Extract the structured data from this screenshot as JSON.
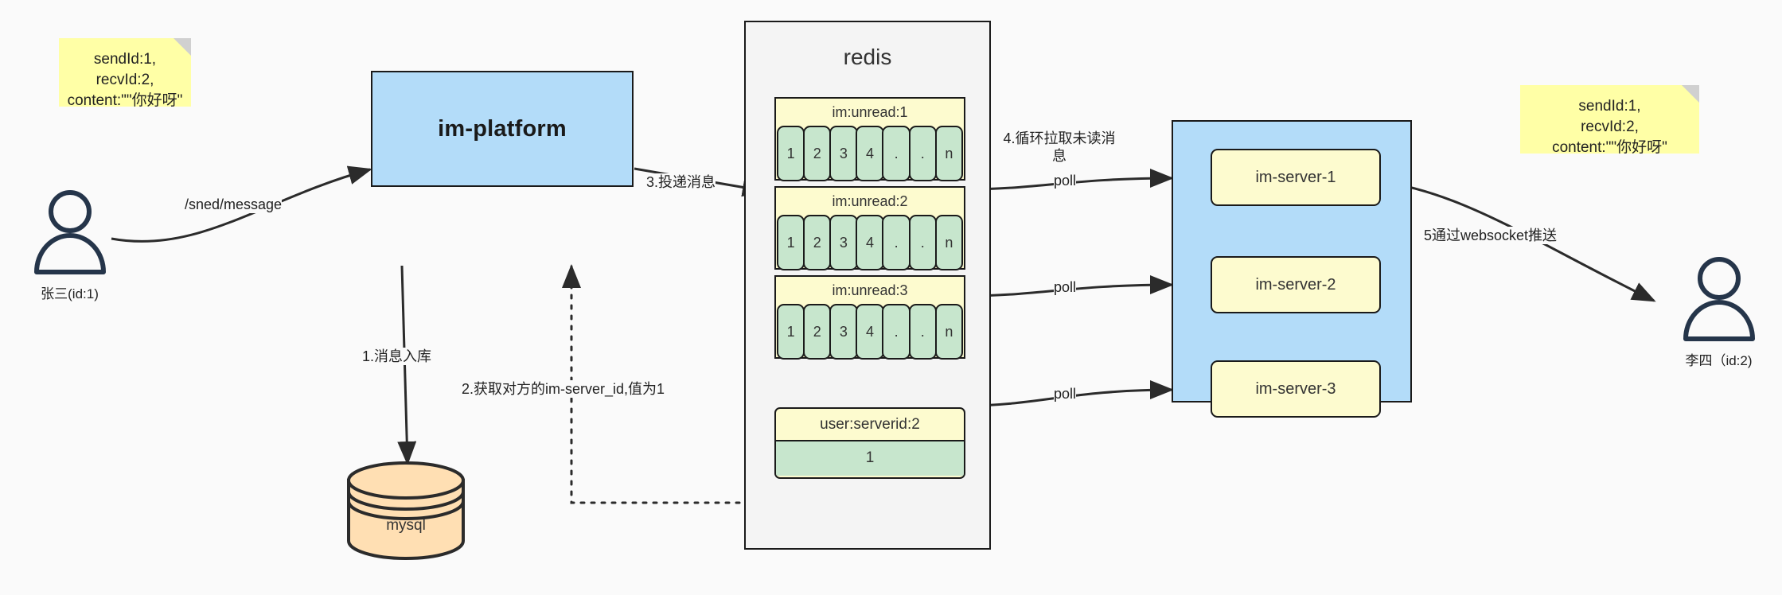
{
  "diagram": {
    "title": "IM message delivery architecture",
    "colors": {
      "background": "#fafafa",
      "blue": "#b3dcf9",
      "yellow_note": "#ffffa6",
      "yellow_box": "#fdfbcf",
      "green_cell": "#c7e6cd",
      "orange_db": "#ffdfb3",
      "stroke": "#1a1a1a",
      "actor": "#25354a"
    }
  },
  "notes": {
    "left": {
      "lines": [
        "sendId:1,",
        "recvId:2,",
        "content:\"\"你好呀\""
      ]
    },
    "right": {
      "lines": [
        "sendId:1,",
        "recvId:2,",
        "content:\"\"你好呀\""
      ]
    }
  },
  "actors": {
    "sender": {
      "label": "张三(id:1)",
      "icon": "person-icon"
    },
    "receiver": {
      "label": "李四（id:2)",
      "icon": "person-icon"
    }
  },
  "platform": {
    "label": "im-platform"
  },
  "database": {
    "label": "mysql",
    "icon": "database-cylinder-icon"
  },
  "redis": {
    "title": "redis",
    "lists": [
      {
        "key": "im:unread:1",
        "cells": [
          "1",
          "2",
          "3",
          "4",
          ".",
          ".",
          "n"
        ]
      },
      {
        "key": "im:unread:2",
        "cells": [
          "1",
          "2",
          "3",
          "4",
          ".",
          ".",
          "n"
        ]
      },
      {
        "key": "im:unread:3",
        "cells": [
          "1",
          "2",
          "3",
          "4",
          ".",
          ".",
          "n"
        ]
      }
    ],
    "kv": {
      "key": "user:serverid:2",
      "value": "1"
    }
  },
  "cluster": {
    "servers": [
      {
        "label": "im-server-1"
      },
      {
        "label": "im-server-2"
      },
      {
        "label": "im-server-3"
      }
    ]
  },
  "edge_labels": {
    "send_message": "/sned/message",
    "step1": "1.消息入库",
    "step2": "2.获取对方的im-server_id,值为1",
    "step3": "3.投递消息",
    "step4": "4.循环拉取未读消息",
    "step5": "5通过websocket推送",
    "poll1": "poll",
    "poll2": "poll",
    "poll3": "poll"
  }
}
